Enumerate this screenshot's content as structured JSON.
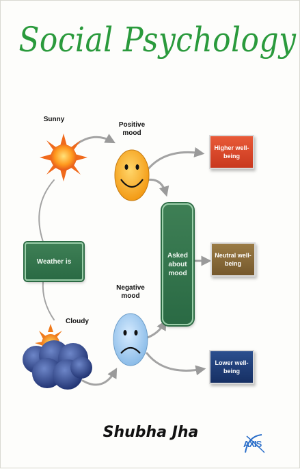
{
  "book": {
    "title": "Social Psychology",
    "author": "Shubha Jha",
    "publisher_logo": "AXIS"
  },
  "diagram": {
    "sunny_label": "Sunny",
    "cloudy_label": "Cloudy",
    "weather_label": "Weather is",
    "positive_label": "Positive mood",
    "negative_label": "Negative mood",
    "asked_label": "Asked about mood",
    "outcomes": {
      "higher": "Higher well-being",
      "neutral": "Neutral well-being",
      "lower": "Lower well-being"
    },
    "icons": {
      "sun": "sun-icon",
      "cloud": "cloud-icon",
      "happy": "happy-face-icon",
      "sad": "sad-face-icon"
    },
    "colors": {
      "title": "#2a9a3c",
      "green_box": "#2f6f48",
      "higher": "#e0472c",
      "neutral": "#8a6a3a",
      "lower": "#1f3f7a",
      "arrow": "#9a9a9a"
    }
  }
}
